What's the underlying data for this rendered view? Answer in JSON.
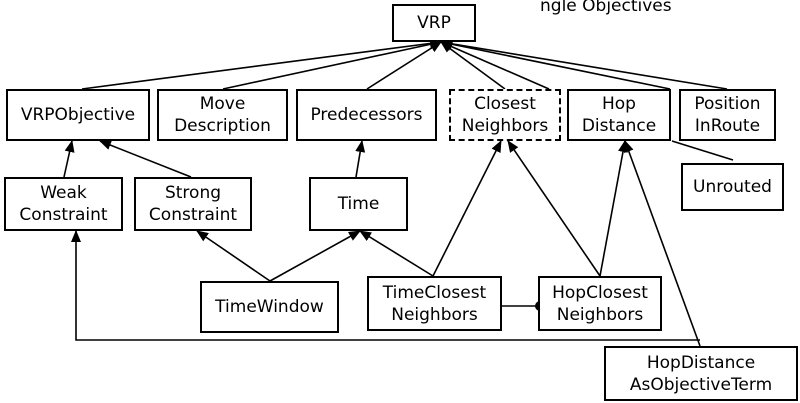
{
  "diagram": {
    "title_fragment": "ngle Objectives",
    "nodes": [
      {
        "id": "vrp",
        "lines": [
          "VRP"
        ],
        "dashed": false
      },
      {
        "id": "vrp-objective",
        "lines": [
          "VRPObjective"
        ],
        "dashed": false
      },
      {
        "id": "move-description",
        "lines": [
          "Move",
          "Description"
        ],
        "dashed": false
      },
      {
        "id": "predecessors",
        "lines": [
          "Predecessors"
        ],
        "dashed": false
      },
      {
        "id": "closest-neighbors",
        "lines": [
          "Closest",
          "Neighbors"
        ],
        "dashed": true
      },
      {
        "id": "hop-distance",
        "lines": [
          "Hop",
          "Distance"
        ],
        "dashed": false
      },
      {
        "id": "position-in-route",
        "lines": [
          "Position",
          "InRoute"
        ],
        "dashed": false
      },
      {
        "id": "unrouted",
        "lines": [
          "Unrouted"
        ],
        "dashed": false
      },
      {
        "id": "weak-constraint",
        "lines": [
          "Weak",
          "Constraint"
        ],
        "dashed": false
      },
      {
        "id": "strong-constraint",
        "lines": [
          "Strong",
          "Constraint"
        ],
        "dashed": false
      },
      {
        "id": "time",
        "lines": [
          "Time"
        ],
        "dashed": false
      },
      {
        "id": "time-window",
        "lines": [
          "TimeWindow"
        ],
        "dashed": false
      },
      {
        "id": "time-closest-neighbors",
        "lines": [
          "TimeClosest",
          "Neighbors"
        ],
        "dashed": false
      },
      {
        "id": "hop-closest-neighbors",
        "lines": [
          "HopClosest",
          "Neighbors"
        ],
        "dashed": false
      },
      {
        "id": "hop-distance-as-objective-term",
        "lines": [
          "HopDistance",
          "AsObjectiveTerm"
        ],
        "dashed": false
      }
    ],
    "edges": [
      {
        "from": "vrp-objective",
        "to": "vrp",
        "kind": "inherits"
      },
      {
        "from": "move-description",
        "to": "vrp",
        "kind": "inherits"
      },
      {
        "from": "predecessors",
        "to": "vrp",
        "kind": "inherits"
      },
      {
        "from": "closest-neighbors",
        "to": "vrp",
        "kind": "inherits"
      },
      {
        "from": "hop-distance",
        "to": "vrp",
        "kind": "inherits"
      },
      {
        "from": "position-in-route",
        "to": "vrp",
        "kind": "inherits"
      },
      {
        "from": "unrouted",
        "to": "vrp",
        "kind": "inherits"
      },
      {
        "from": "weak-constraint",
        "to": "vrp-objective",
        "kind": "inherits"
      },
      {
        "from": "strong-constraint",
        "to": "vrp-objective",
        "kind": "inherits"
      },
      {
        "from": "time",
        "to": "predecessors",
        "kind": "inherits"
      },
      {
        "from": "time-window",
        "to": "strong-constraint",
        "kind": "inherits"
      },
      {
        "from": "time-window",
        "to": "time",
        "kind": "inherits"
      },
      {
        "from": "time-closest-neighbors",
        "to": "time",
        "kind": "inherits"
      },
      {
        "from": "time-closest-neighbors",
        "to": "closest-neighbors",
        "kind": "inherits"
      },
      {
        "from": "hop-closest-neighbors",
        "to": "closest-neighbors",
        "kind": "inherits"
      },
      {
        "from": "hop-closest-neighbors",
        "to": "hop-distance",
        "kind": "inherits"
      },
      {
        "from": "hop-distance-as-objective-term",
        "to": "hop-distance",
        "kind": "inherits"
      },
      {
        "from": "hop-distance-as-objective-term",
        "to": "weak-constraint",
        "kind": "association"
      },
      {
        "from": "time-closest-neighbors",
        "to": "hop-closest-neighbors",
        "kind": "link"
      }
    ]
  }
}
